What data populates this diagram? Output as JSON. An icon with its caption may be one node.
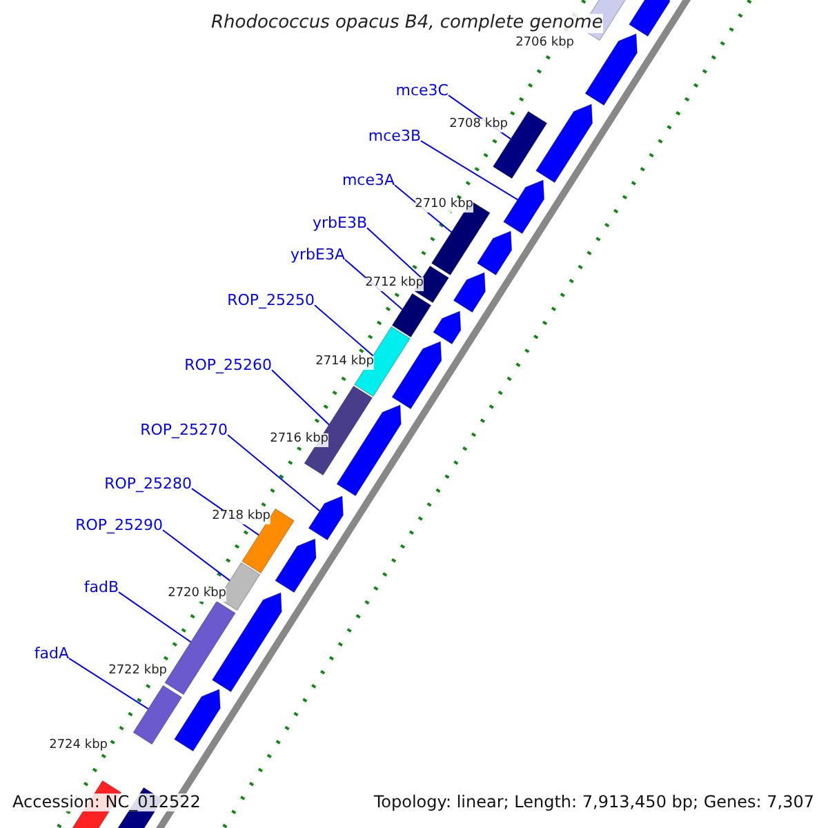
{
  "diagram": {
    "title": "Rhodococcus opacus B4, complete genome",
    "nodes": [
      {
        "text": [
          "mce3C"
        ]
      },
      {
        "text": [
          "mce3B"
        ]
      },
      {
        "text": [
          "mce3A"
        ]
      },
      {
        "text": [
          "yrbE3B"
        ]
      },
      {
        "text": [
          "yrbE3A"
        ]
      },
      {
        "text": [
          "ROP_25250"
        ]
      },
      {
        "text": [
          "ROP_25260"
        ]
      },
      {
        "text": [
          "ROP_25270"
        ]
      },
      {
        "text": [
          "ROP_25280"
        ]
      },
      {
        "text": [
          "ROP_25290"
        ]
      },
      {
        "text": [
          "fadB"
        ]
      },
      {
        "text": [
          "fadA"
        ]
      },
      {
        "text": [],
        "shape": "bar"
      },
      {
        "text": [],
        "shape": "bar"
      },
      {
        "text": [],
        "shape": "bar"
      },
      {
        "text": [],
        "shape": "bar"
      },
      {
        "text": [],
        "shape": "bar"
      },
      {
        "text": [],
        "shape": "bar"
      },
      {
        "text": [],
        "shape": "bar"
      },
      {
        "text": [],
        "shape": "bar"
      },
      {
        "text": [],
        "shape": "bar"
      },
      {
        "text": [],
        "shape": "bar"
      },
      {
        "text": [],
        "shape": "bar"
      },
      {
        "text": [],
        "shape": "bar"
      },
      {
        "text": [],
        "shape": "bar"
      },
      {
        "text": [],
        "shape": "bar"
      },
      {
        "text": [],
        "shape": "bar"
      },
      {
        "text": [],
        "shape": "bar"
      },
      {
        "text": [],
        "shape": "bar"
      },
      {
        "text": [],
        "shape": "bar"
      },
      {
        "text": [],
        "shape": "bar"
      },
      {
        "text": [],
        "shape": "bar"
      },
      {
        "text": [],
        "shape": "bar"
      },
      {
        "text": [],
        "shape": "bar"
      },
      {
        "text": [],
        "shape": "bar"
      },
      {
        "text": [],
        "shape": "bar"
      },
      {
        "text": [],
        "shape": "bar"
      },
      {
        "text": [],
        "shape": "bar"
      }
    ],
    "edges": [
      {
        "from": 0,
        "to": 12,
        "arrow": "none"
      },
      {
        "from": 1,
        "to": 13,
        "arrow": "none"
      },
      {
        "from": 2,
        "to": 14,
        "arrow": "none"
      },
      {
        "from": 3,
        "to": 15,
        "arrow": "none"
      },
      {
        "from": 4,
        "to": 16,
        "arrow": "none"
      },
      {
        "from": 5,
        "to": 17,
        "arrow": "none"
      },
      {
        "from": 6,
        "to": 18,
        "arrow": "none"
      },
      {
        "from": 7,
        "to": 19,
        "arrow": "none"
      },
      {
        "from": 8,
        "to": 20,
        "arrow": "none"
      },
      {
        "from": 9,
        "to": 21,
        "arrow": "none"
      },
      {
        "from": 10,
        "to": 22,
        "arrow": "none"
      },
      {
        "from": 11,
        "to": 23,
        "arrow": "none"
      }
    ],
    "labels": [
      "2706 kbp",
      "2708 kbp",
      "2710 kbp",
      "2712 kbp",
      "2714 kbp",
      "2716 kbp",
      "2718 kbp",
      "2720 kbp",
      "2722 kbp",
      "2724 kbp",
      "Accession: NC_012522",
      "Topology: linear; Length: 7,913,450 bp; Genes: 7,307"
    ]
  }
}
